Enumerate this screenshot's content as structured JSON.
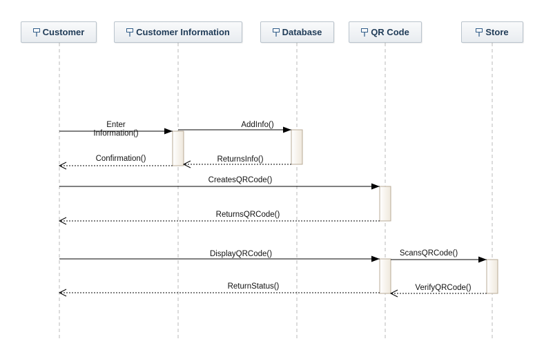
{
  "diagram": {
    "lifelines": [
      {
        "id": "customer",
        "label": "Customer",
        "icon": "lifeline-icon"
      },
      {
        "id": "customer-information",
        "label": "Customer Information",
        "icon": "lifeline-icon"
      },
      {
        "id": "database",
        "label": "Database",
        "icon": "lifeline-icon"
      },
      {
        "id": "qr-code",
        "label": "QR Code",
        "icon": "lifeline-icon"
      },
      {
        "id": "store",
        "label": "Store",
        "icon": "lifeline-icon"
      }
    ],
    "messages": [
      {
        "from": "customer",
        "to": "customer-information",
        "label": "Enter\nInformation()",
        "kind": "call"
      },
      {
        "from": "customer-information",
        "to": "database",
        "label": "AddInfo()",
        "kind": "call"
      },
      {
        "from": "database",
        "to": "customer-information",
        "label": "ReturnsInfo()",
        "kind": "return"
      },
      {
        "from": "customer-information",
        "to": "customer",
        "label": "Confirmation()",
        "kind": "return"
      },
      {
        "from": "customer",
        "to": "qr-code",
        "label": "CreatesQRCode()",
        "kind": "call"
      },
      {
        "from": "qr-code",
        "to": "customer",
        "label": "ReturnsQRCode()",
        "kind": "return"
      },
      {
        "from": "customer",
        "to": "qr-code",
        "label": "DisplayQRCode()",
        "kind": "call"
      },
      {
        "from": "qr-code",
        "to": "store",
        "label": "ScansQRCode()",
        "kind": "call"
      },
      {
        "from": "store",
        "to": "qr-code",
        "label": "VerifyQRCode()",
        "kind": "return"
      },
      {
        "from": "qr-code",
        "to": "customer",
        "label": "ReturnStatus()",
        "kind": "return"
      }
    ],
    "colors": {
      "header_text": "#1f3b57",
      "header_border": "#b9c3cc",
      "lifeline": "#b8b8b8",
      "activation_border": "#b8ab97",
      "activation_fill": "#f7f3ec",
      "arrow": "#000000"
    }
  }
}
